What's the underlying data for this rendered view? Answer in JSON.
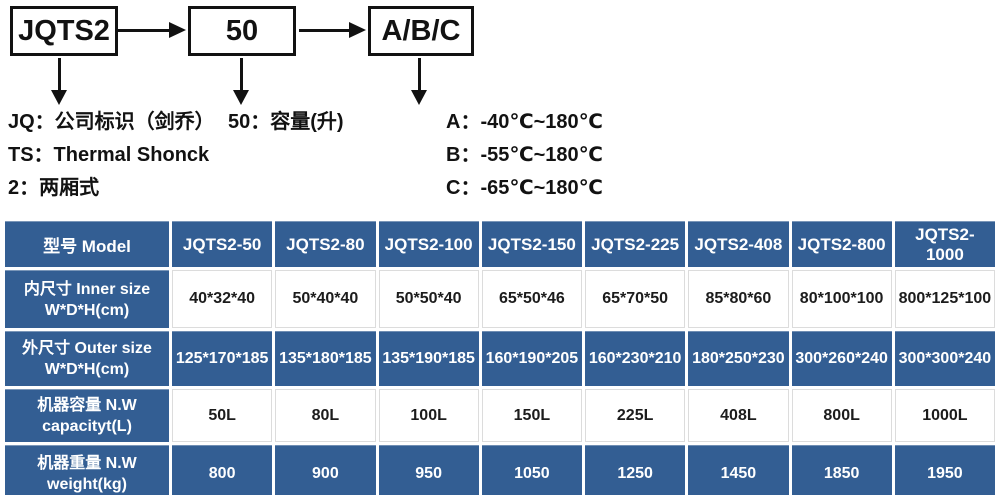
{
  "diagram": {
    "boxes": [
      {
        "label": "JQTS2"
      },
      {
        "label": "50"
      },
      {
        "label": "A/B/C"
      }
    ],
    "notes_left": [
      "JQ：公司标识（剑乔）",
      "TS：Thermal Shonck",
      "2：两厢式"
    ],
    "notes_mid": [
      "50：容量(升)"
    ],
    "notes_right": [
      "A：-40℃~180℃",
      "B：-55℃~180℃",
      "C：-65℃~180℃"
    ]
  },
  "table": {
    "header": [
      "型号 Model",
      "JQTS2-50",
      "JQTS2-80",
      "JQTS2-100",
      "JQTS2-150",
      "JQTS2-225",
      "JQTS2-408",
      "JQTS2-800",
      "JQTS2-1000"
    ],
    "rows": [
      {
        "label_cn": "内尺寸 Inner size",
        "label_en": "W*D*H(cm)",
        "style": "light",
        "values": [
          "40*32*40",
          "50*40*40",
          "50*50*40",
          "65*50*46",
          "65*70*50",
          "85*80*60",
          "80*100*100",
          "800*125*100"
        ]
      },
      {
        "label_cn": "外尺寸 Outer size",
        "label_en": "W*D*H(cm)",
        "style": "dark",
        "values": [
          "125*170*185",
          "135*180*185",
          "135*190*185",
          "160*190*205",
          "160*230*210",
          "180*250*230",
          "300*260*240",
          "300*300*240"
        ]
      },
      {
        "label_cn": "机器容量 N.W",
        "label_en": "capacityt(L)",
        "style": "light",
        "values": [
          "50L",
          "80L",
          "100L",
          "150L",
          "225L",
          "408L",
          "800L",
          "1000L"
        ]
      },
      {
        "label_cn": "机器重量 N.W",
        "label_en": "weight(kg)",
        "style": "dark",
        "values": [
          "800",
          "900",
          "950",
          "1050",
          "1250",
          "1450",
          "1850",
          "1950"
        ]
      }
    ],
    "colors": {
      "accent_blue": "#335e93",
      "data_text": "#1c1c1c",
      "grid_light": "#dcdcdc"
    }
  }
}
